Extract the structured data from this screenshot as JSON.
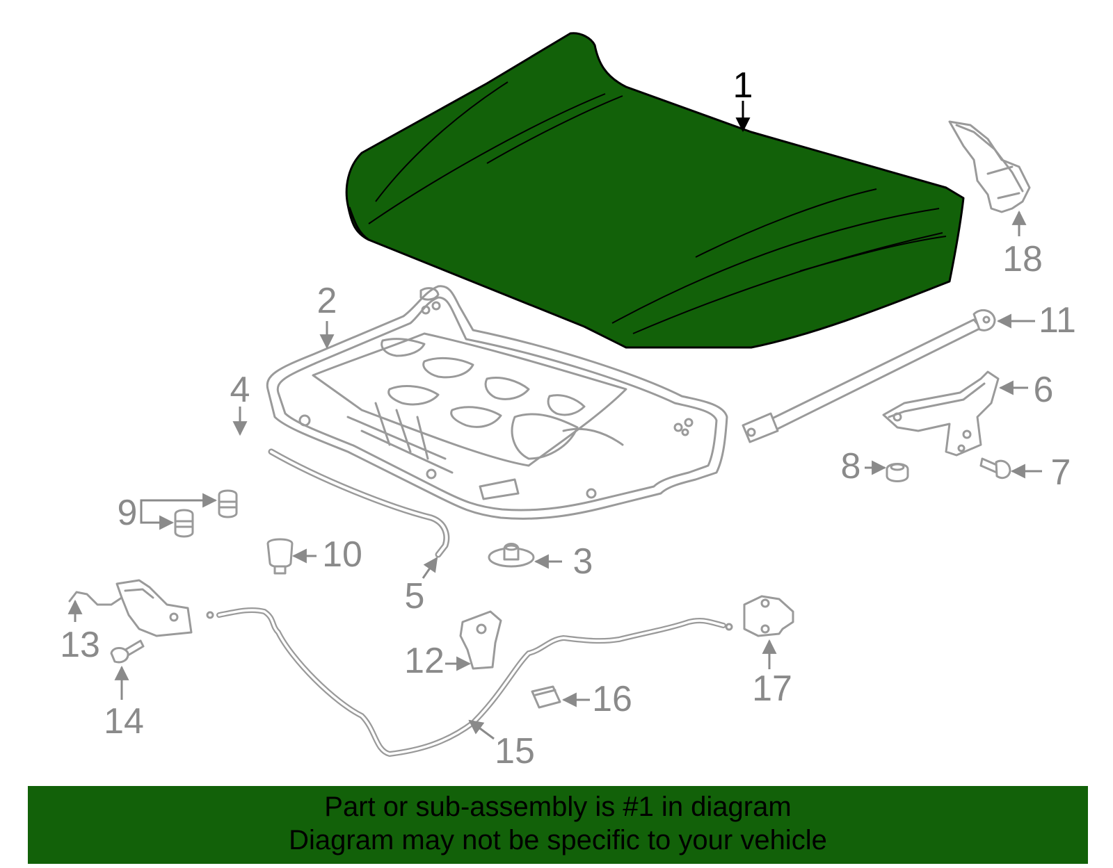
{
  "diagram": {
    "highlight_color": "#126109",
    "callouts": [
      "1",
      "2",
      "3",
      "4",
      "5",
      "6",
      "7",
      "8",
      "9",
      "10",
      "11",
      "12",
      "13",
      "14",
      "15",
      "16",
      "17",
      "18"
    ],
    "highlighted_part": "1"
  },
  "banner": {
    "line1": "Part or sub-assembly is #1 in diagram",
    "line2": "Diagram may not be specific to your vehicle",
    "color": "#126109"
  }
}
